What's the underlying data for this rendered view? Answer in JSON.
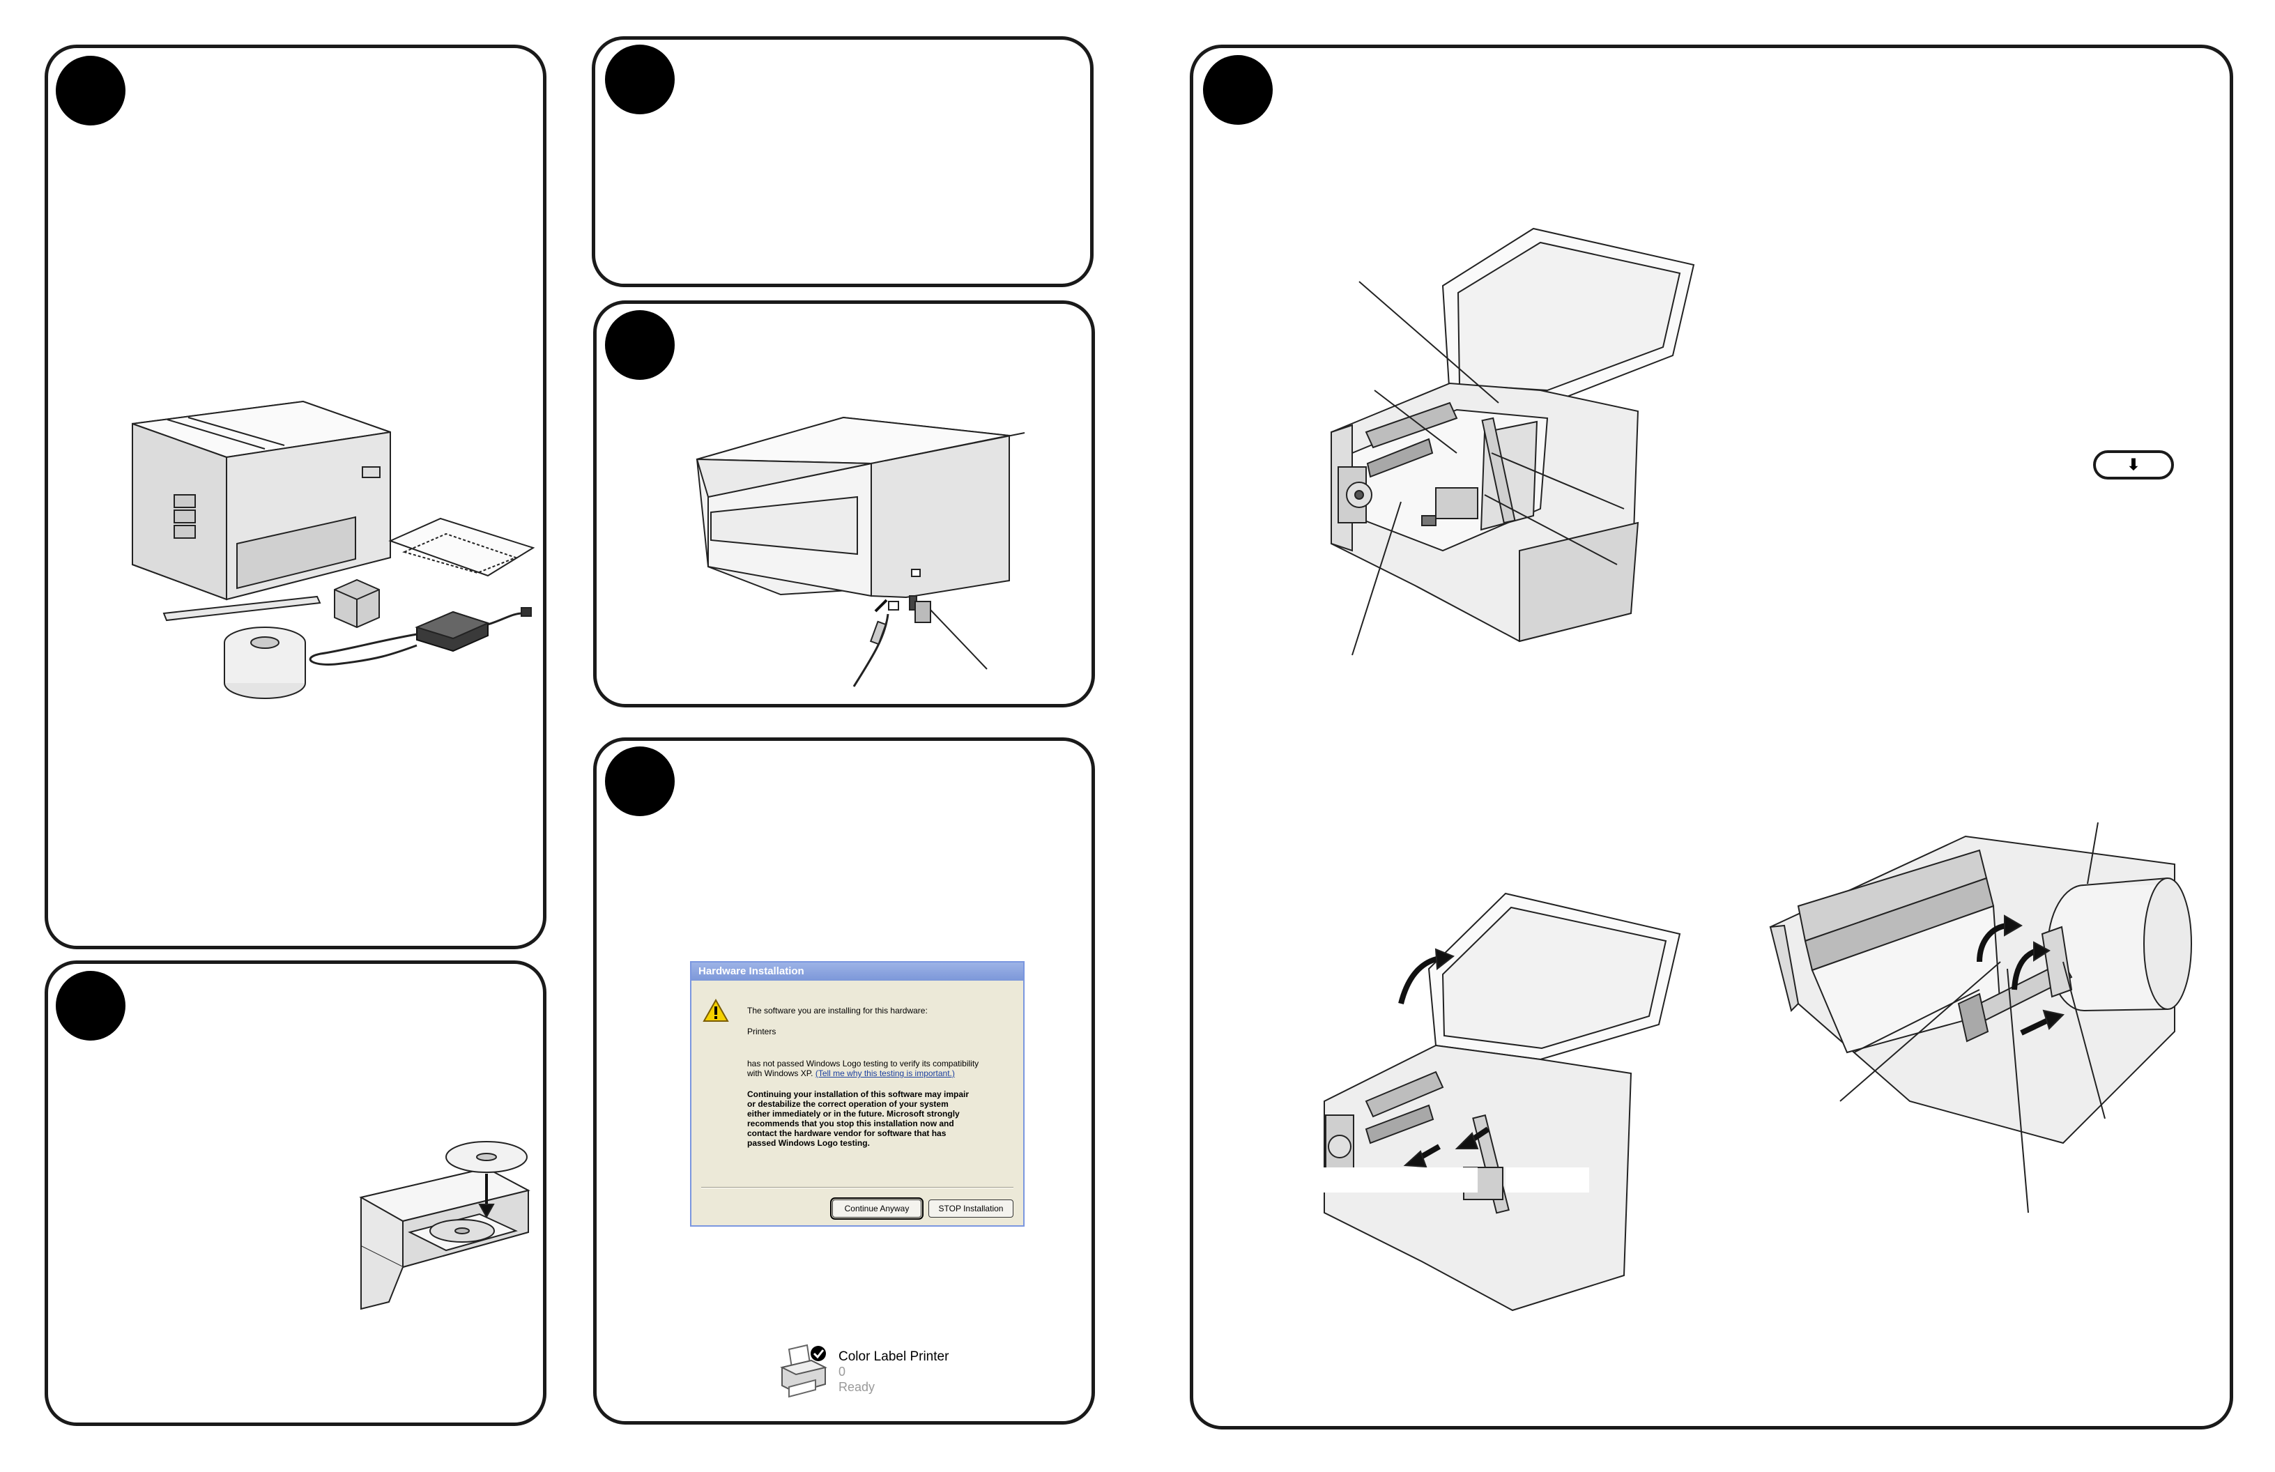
{
  "dialog": {
    "title": "Hardware Installation",
    "line1": "The software you are installing for this hardware:",
    "device": "Printers",
    "line3a": "has not passed Windows Logo testing to verify its compatibility",
    "line3b": "with Windows XP.",
    "link": "(Tell me why this testing is important.)",
    "bold": [
      "Continuing your installation of this software may impair",
      "or destabilize the correct operation of your system",
      "either immediately or in the future. Microsoft strongly",
      "recommends that you stop this installation now and",
      "contact the hardware vendor for software that has",
      "passed Windows Logo testing."
    ],
    "continue_button": "Continue Anyway",
    "stop_button": "STOP Installation"
  },
  "printer_status": {
    "name": "Color Label Printer",
    "count": "0",
    "state": "Ready"
  },
  "key_pill": {
    "glyph": "⬇"
  }
}
